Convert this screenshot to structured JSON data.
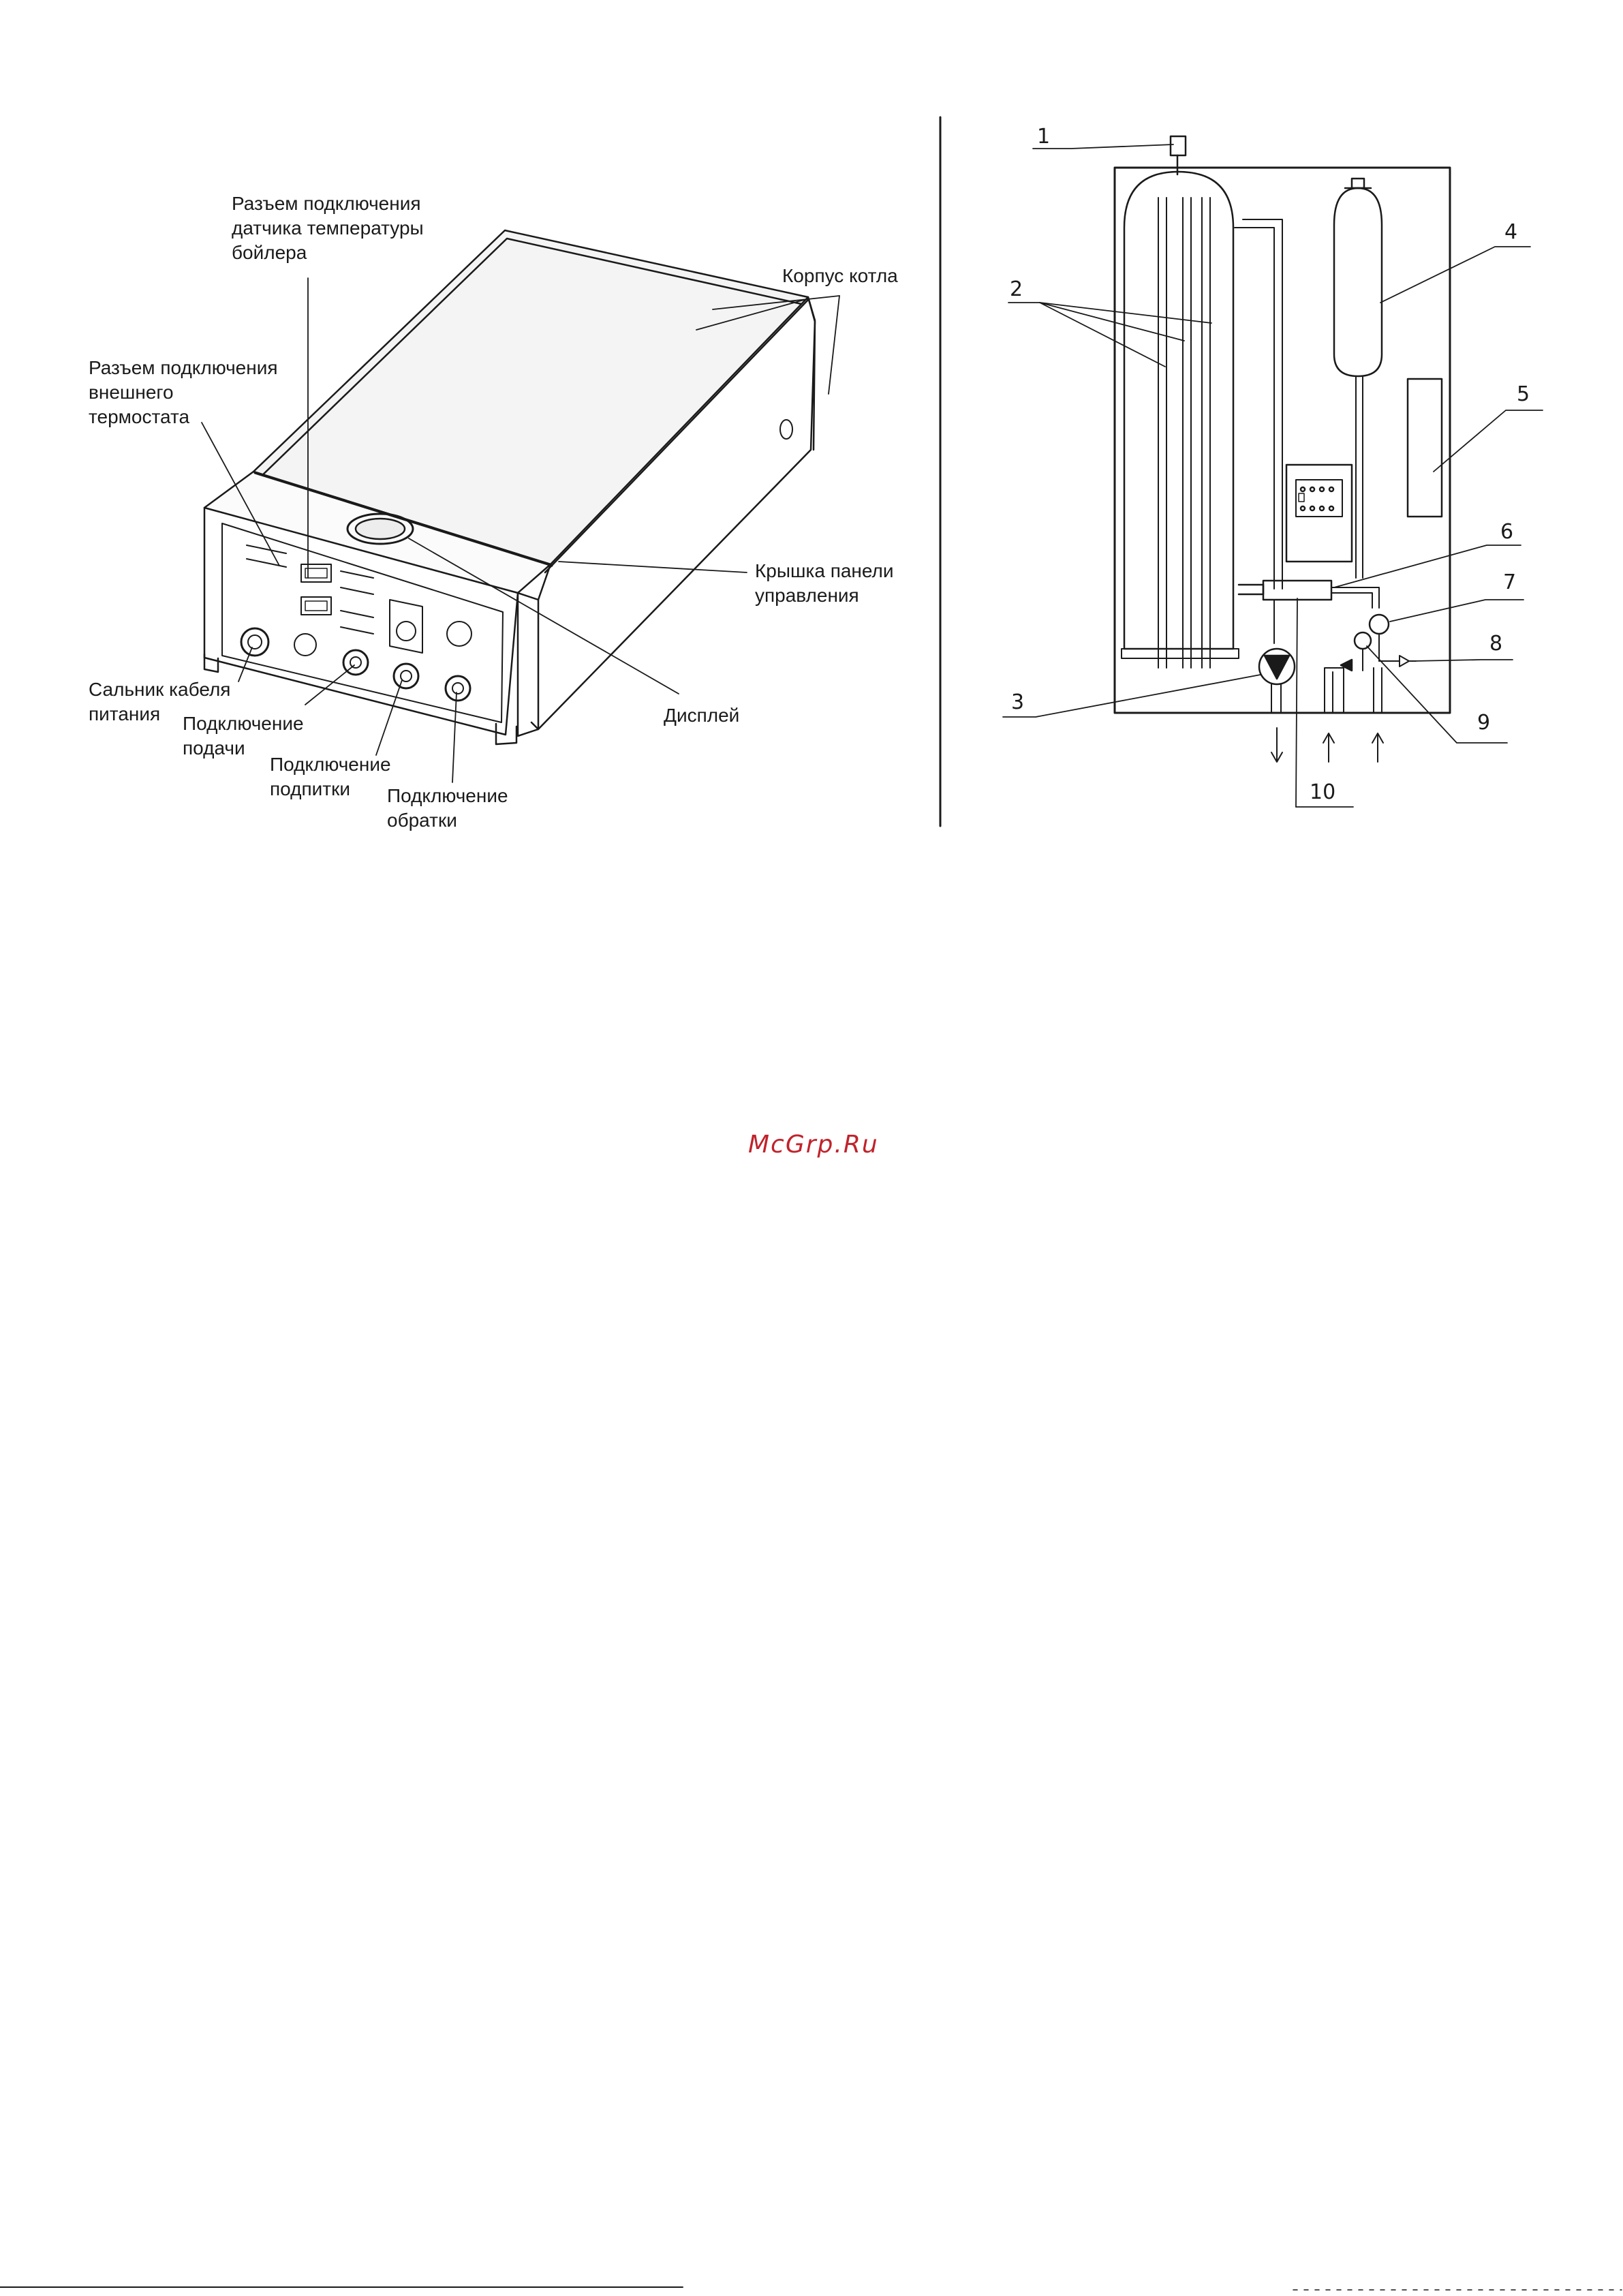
{
  "boiler_labels": {
    "temp_sensor": [
      "Разъем подключения",
      "датчика температуры",
      "бойлера"
    ],
    "ext_thermostat": [
      "Разъем подключения",
      "внешнего",
      "термостата"
    ],
    "body": [
      "Корпус котла"
    ],
    "cover": [
      "Крышка панели",
      "управления"
    ],
    "gland": [
      "Сальник кабеля",
      "питания"
    ],
    "supply": [
      "Подключение",
      "подачи"
    ],
    "display": [
      "Дисплей"
    ],
    "makeup": [
      "Подключение",
      "подпитки"
    ],
    "return": [
      "Подключение",
      "обратки"
    ]
  },
  "scheme_numbers": [
    "1",
    "2",
    "3",
    "4",
    "5",
    "6",
    "7",
    "8",
    "9",
    "10"
  ],
  "watermark": "McGrp.Ru",
  "colors": {
    "ink": "#1a1a1a",
    "watermark": "#c0232c"
  }
}
